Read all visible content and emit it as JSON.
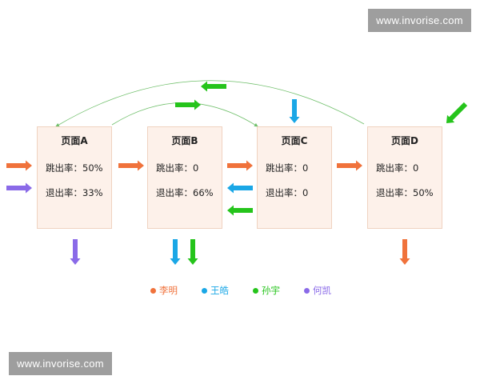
{
  "watermark": {
    "text": "www.invorise.com"
  },
  "colors": {
    "liming": "#f0723b",
    "wanghao": "#1aa7e6",
    "sunyu": "#25c41b",
    "hekai": "#8a6ae8",
    "box_fill": "#fdf1ea",
    "box_border": "#f0d2c0",
    "arc_line": "#6fbf6a"
  },
  "pages": [
    {
      "id": "A",
      "title": "页面A",
      "bounce_label": "跳出率：",
      "bounce_value": "50%",
      "exit_label": "退出率：",
      "exit_value": "33%"
    },
    {
      "id": "B",
      "title": "页面B",
      "bounce_label": "跳出率：",
      "bounce_value": "0",
      "exit_label": "退出率：",
      "exit_value": "66%"
    },
    {
      "id": "C",
      "title": "页面C",
      "bounce_label": "跳出率：",
      "bounce_value": "0",
      "exit_label": "退出率：",
      "exit_value": "0"
    },
    {
      "id": "D",
      "title": "页面D",
      "bounce_label": "跳出率：",
      "bounce_value": "0",
      "exit_label": "退出率：",
      "exit_value": "50%"
    }
  ],
  "legend": [
    {
      "key": "liming",
      "label": "李明"
    },
    {
      "key": "wanghao",
      "label": "王皓"
    },
    {
      "key": "sunyu",
      "label": "孙宇"
    },
    {
      "key": "hekai",
      "label": "何凯"
    }
  ]
}
